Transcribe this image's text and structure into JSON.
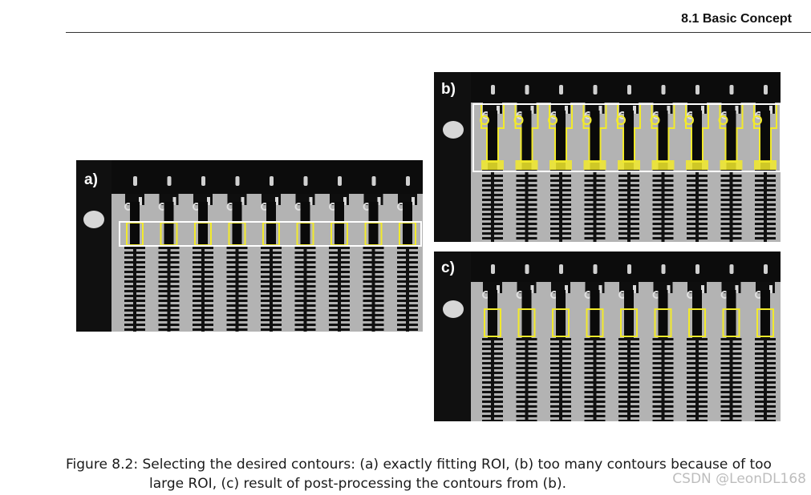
{
  "header": {
    "section": "8.1  Basic Concept"
  },
  "figure": {
    "panels": [
      {
        "id": "a",
        "label": "a)",
        "mode": "roi-exact",
        "overlay_color": "#f2ea2b",
        "roi_color": "#ffffff"
      },
      {
        "id": "b",
        "label": "b)",
        "mode": "roi-large",
        "overlay_color": "#f2ea2b",
        "roi_color": "#ffffff"
      },
      {
        "id": "c",
        "label": "c)",
        "mode": "post-processed",
        "overlay_color": "#f2ea2b"
      }
    ],
    "caption_line1": "Figure 8.2: Selecting the desired contours: (a) exactly fitting ROI, (b) too many contours because of too",
    "caption_line2": "large ROI, (c) result of post-processing the contours from (b)."
  },
  "watermark": "CSDN @LeonDL168"
}
